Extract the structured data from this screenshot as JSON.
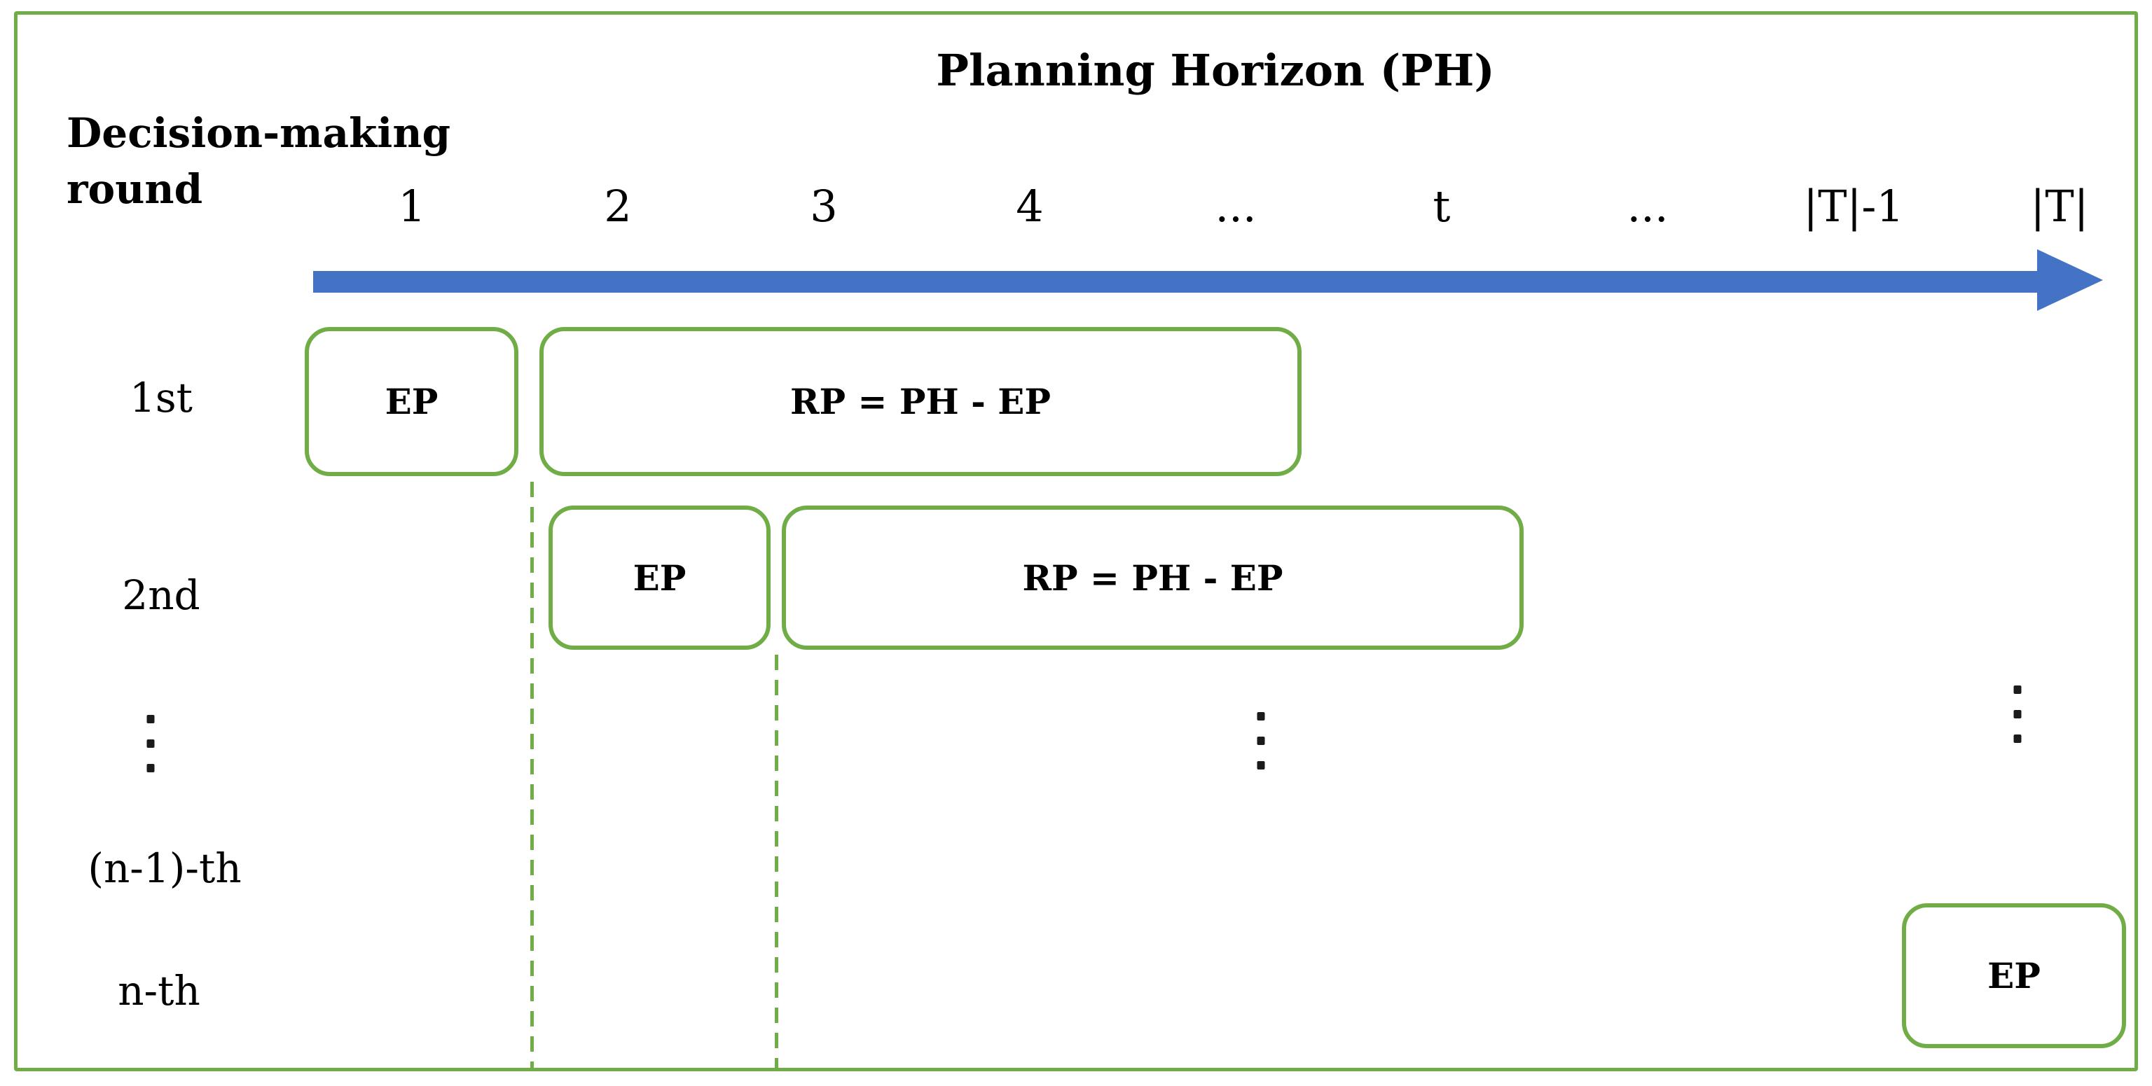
{
  "title": "Planning Horizon (PH)",
  "axis_label": {
    "line1": "Decision-making",
    "line2": "round"
  },
  "timeline": {
    "ticks": [
      {
        "label": "1"
      },
      {
        "label": "2"
      },
      {
        "label": "3"
      },
      {
        "label": "4"
      },
      {
        "label": "..."
      },
      {
        "label": "t"
      },
      {
        "label": "..."
      },
      {
        "label": "|T|-1"
      },
      {
        "label": "|T|"
      }
    ]
  },
  "rounds": [
    {
      "label": "1st",
      "ep_label": "EP",
      "rp_label": "RP = PH - EP"
    },
    {
      "label": "2nd",
      "ep_label": "EP",
      "rp_label": "RP = PH - EP"
    },
    {
      "label": "(n-1)-th"
    },
    {
      "label": "n-th",
      "ep_label": "EP"
    }
  ],
  "colors": {
    "box_green": "#70AD47",
    "arrow_blue": "#4472C4",
    "text": "#000000",
    "background": "#FFFFFF"
  }
}
